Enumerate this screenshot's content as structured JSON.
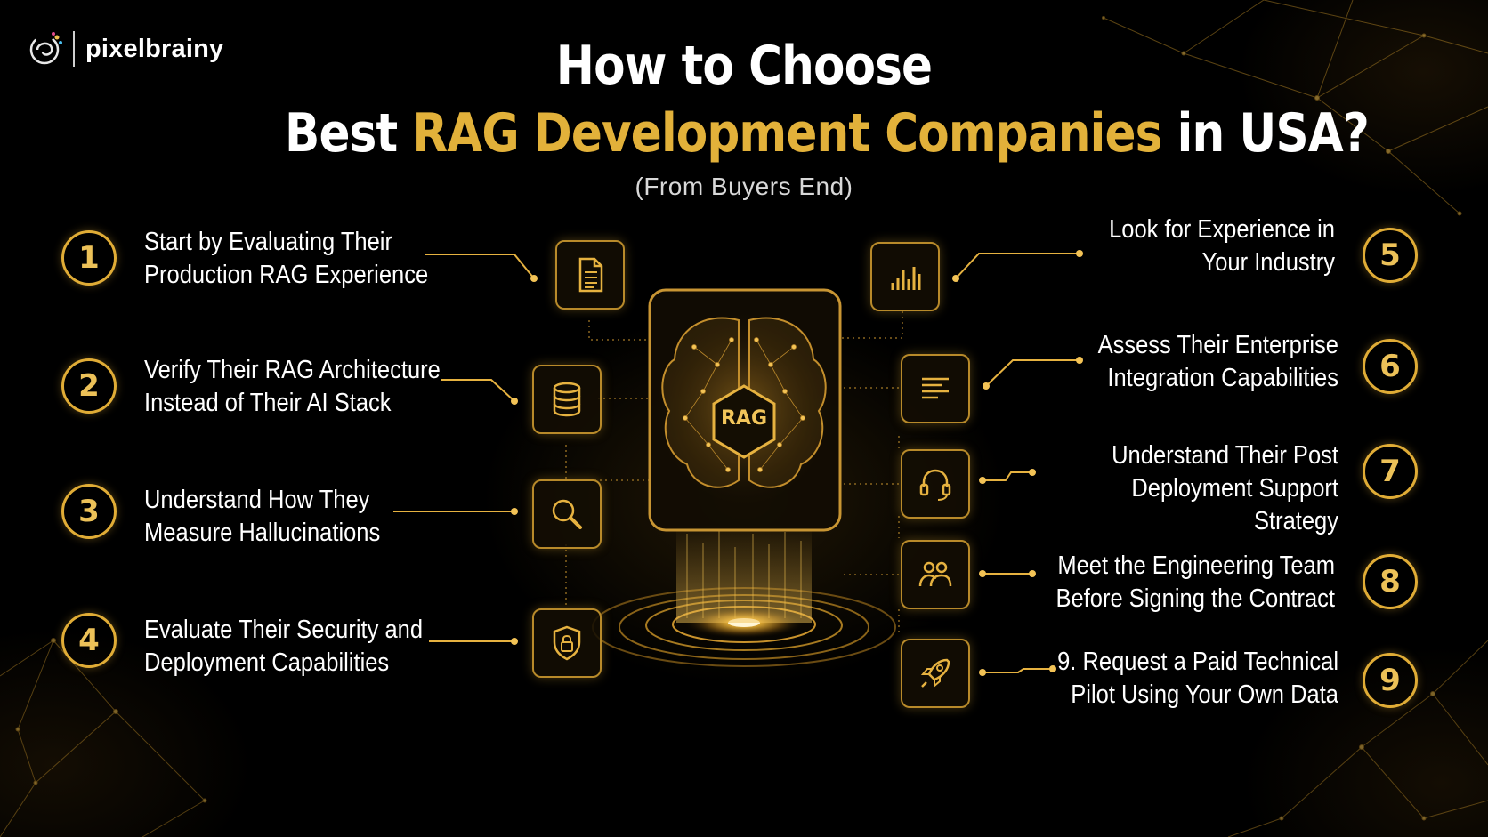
{
  "brand": {
    "name": "pixelbrainy",
    "logo_icon": "brain-swirl-icon"
  },
  "title": {
    "line1": "How to Choose",
    "line2_pre": "Best ",
    "line2_highlight": "RAG Development Companies",
    "line2_post": " in USA?",
    "subtitle": "(From Buyers End)"
  },
  "center": {
    "label": "RAG",
    "icon": "brain-icon"
  },
  "colors": {
    "accent": "#e2b13a",
    "background": "#000000",
    "text": "#ffffff"
  },
  "items": [
    {
      "number": "1",
      "text": "Start by Evaluating Their\nProduction RAG Experience",
      "icon": "document-icon"
    },
    {
      "number": "2",
      "text": "Verify Their RAG Architecture\nInstead of Their AI Stack",
      "icon": "database-icon"
    },
    {
      "number": "3",
      "text": "Understand How They\nMeasure Hallucinations",
      "icon": "magnifier-icon"
    },
    {
      "number": "4",
      "text": "Evaluate Their Security and\nDeployment Capabilities",
      "icon": "shield-lock-icon"
    },
    {
      "number": "5",
      "text": "Look for Experience in\nYour Industry",
      "icon": "bar-chart-icon"
    },
    {
      "number": "6",
      "text": "Assess Their Enterprise\nIntegration Capabilities",
      "icon": "document-lines-icon"
    },
    {
      "number": "7",
      "text": "Understand Their Post\nDeployment Support Strategy",
      "icon": "headset-icon"
    },
    {
      "number": "8",
      "text": "Meet the Engineering Team\nBefore Signing the Contract",
      "icon": "team-icon"
    },
    {
      "number": "9",
      "text": "9. Request a Paid Technical\nPilot Using Your Own Data",
      "icon": "rocket-icon"
    }
  ]
}
